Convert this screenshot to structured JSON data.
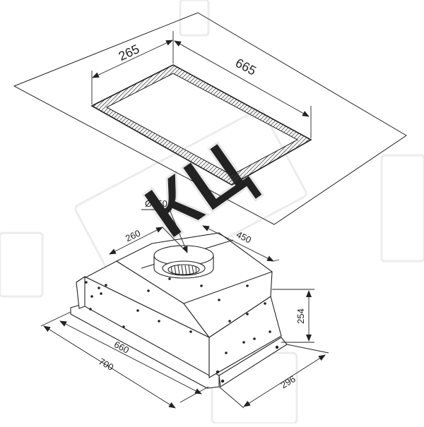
{
  "cutout": {
    "width_label": "265",
    "length_label": "665"
  },
  "hood": {
    "duct_label": "Ø150",
    "depth_top_label": "260",
    "width_top_label": "450",
    "height_label": "254",
    "inner_width_label": "660",
    "outer_width_label": "700",
    "outer_depth_label": "296"
  },
  "watermark": {
    "text": "КЦ"
  },
  "colors": {
    "line": "#222222",
    "hatch": "#444444",
    "watermark": "#ececec"
  }
}
